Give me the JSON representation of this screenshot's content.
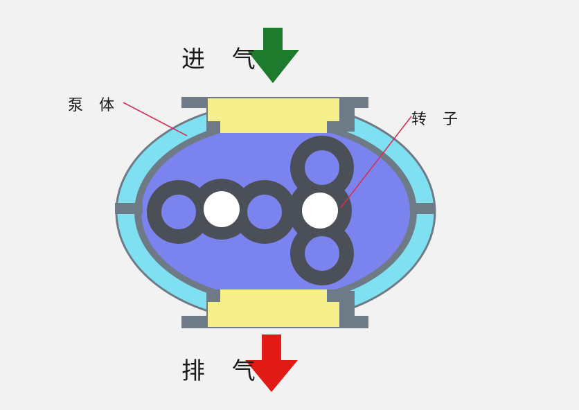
{
  "labels": {
    "inlet": "进 气",
    "outlet": "排 气",
    "pump_body": "泵 体",
    "rotor": "转 子"
  },
  "colors": {
    "background": "#f2f2f2",
    "chamber_fill": "#7b83ee",
    "casing_outer": "#7fe0f2",
    "casing_wall": "#6f7a87",
    "port_fill": "#f6f08c",
    "rotor_fill": "#4b5058",
    "rotor_hole": "#7b83ee",
    "rotor_center": "#ffffff",
    "inlet_arrow": "#1e7a2d",
    "outlet_arrow": "#e01b16",
    "leader_line": "#d62f55"
  }
}
